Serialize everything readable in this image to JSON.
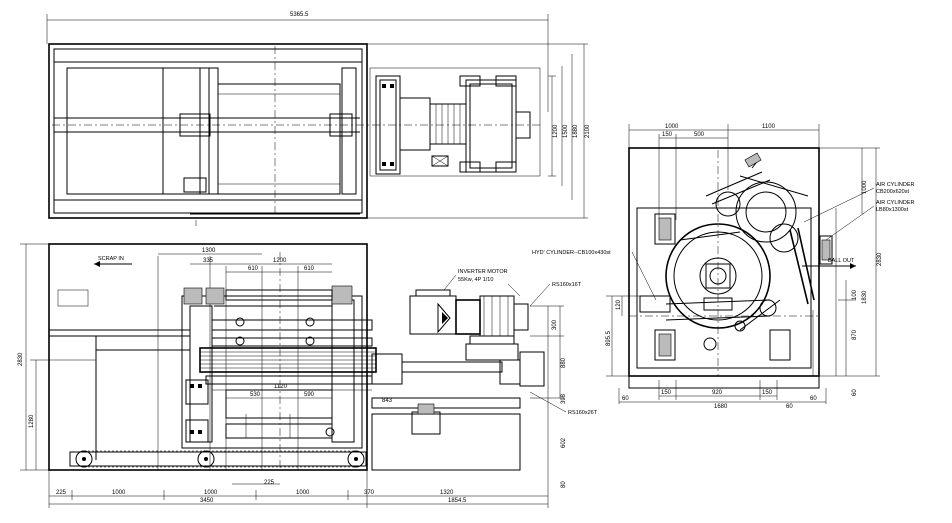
{
  "top_view": {
    "dims": [
      "5365.5",
      "1200",
      "1500",
      "1880",
      "2100"
    ]
  },
  "front_view": {
    "labels": {
      "scrap_in": "SCRAP IN",
      "inverter_motor": "INVERTER MOTOR",
      "motor_spec": "55Kw, 4P 1/10",
      "rs160_top": "RS160x16T",
      "rs160_bottom": "RS160x26T"
    },
    "dims": [
      "1300",
      "335",
      "1200",
      "610",
      "610",
      "1120",
      "530",
      "590",
      "225",
      "1000",
      "1000",
      "225",
      "1000",
      "370",
      "1320",
      "3450",
      "1854.5",
      "2830",
      "1280",
      "300",
      "880",
      "398",
      "602",
      "80",
      "843"
    ]
  },
  "side_view": {
    "labels": {
      "air_cyl_1_title": "AIR CYLINDER",
      "air_cyl_1_spec": "CB200x620st",
      "air_cyl_2_title": "AIR CYLINDER",
      "air_cyl_2_spec": "LB80x1300st",
      "hyd_cyl": "HYD' CYLINDER--CB100x430st",
      "ball_out": "BALL OUT"
    },
    "dims": [
      "1000",
      "1100",
      "150",
      "500",
      "1000",
      "2830",
      "1830",
      "100",
      "870",
      "120",
      "895.5",
      "60",
      "150",
      "920",
      "150",
      "60",
      "1680",
      "60",
      "60"
    ]
  }
}
